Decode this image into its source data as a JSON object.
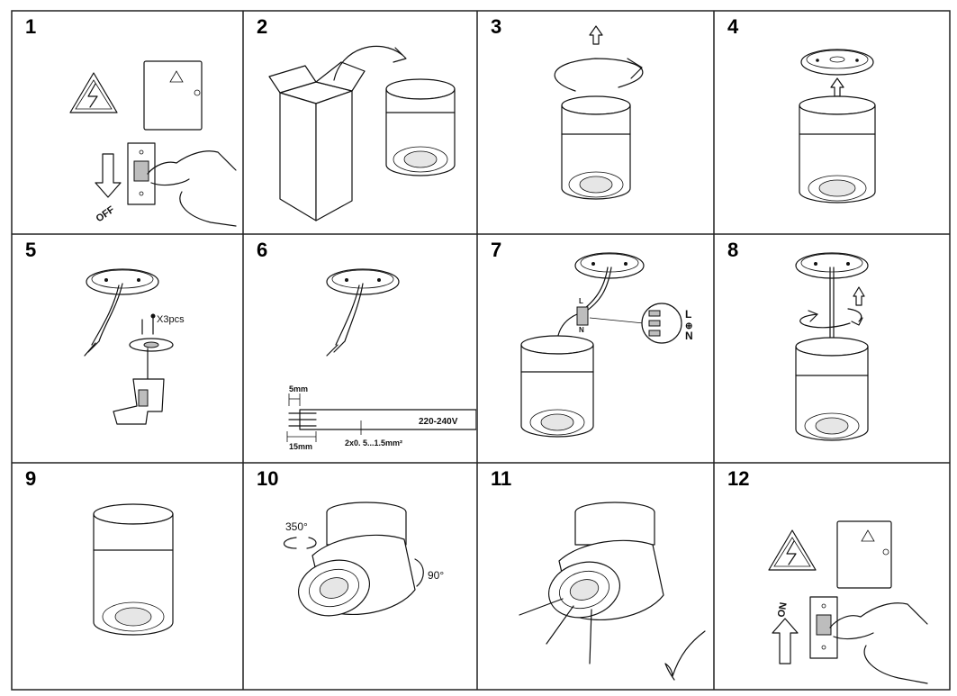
{
  "steps": [
    {
      "number": "1",
      "label_text": "OFF"
    },
    {
      "number": "2"
    },
    {
      "number": "3"
    },
    {
      "number": "4"
    },
    {
      "number": "5",
      "screw_qty": "X3pcs"
    },
    {
      "number": "6",
      "strip_length": "5mm",
      "sheath_length": "15mm",
      "voltage": "220-240V",
      "cable_spec": "2x0.  5...1.5mm²"
    },
    {
      "number": "7",
      "terminal_labels": [
        "L",
        "⊕",
        "N"
      ],
      "wire_labels": [
        "L",
        "N"
      ]
    },
    {
      "number": "8"
    },
    {
      "number": "9"
    },
    {
      "number": "10",
      "horizontal_rotation": "350°",
      "vertical_tilt": "90°"
    },
    {
      "number": "11"
    },
    {
      "number": "12",
      "label_text": "ON"
    }
  ]
}
